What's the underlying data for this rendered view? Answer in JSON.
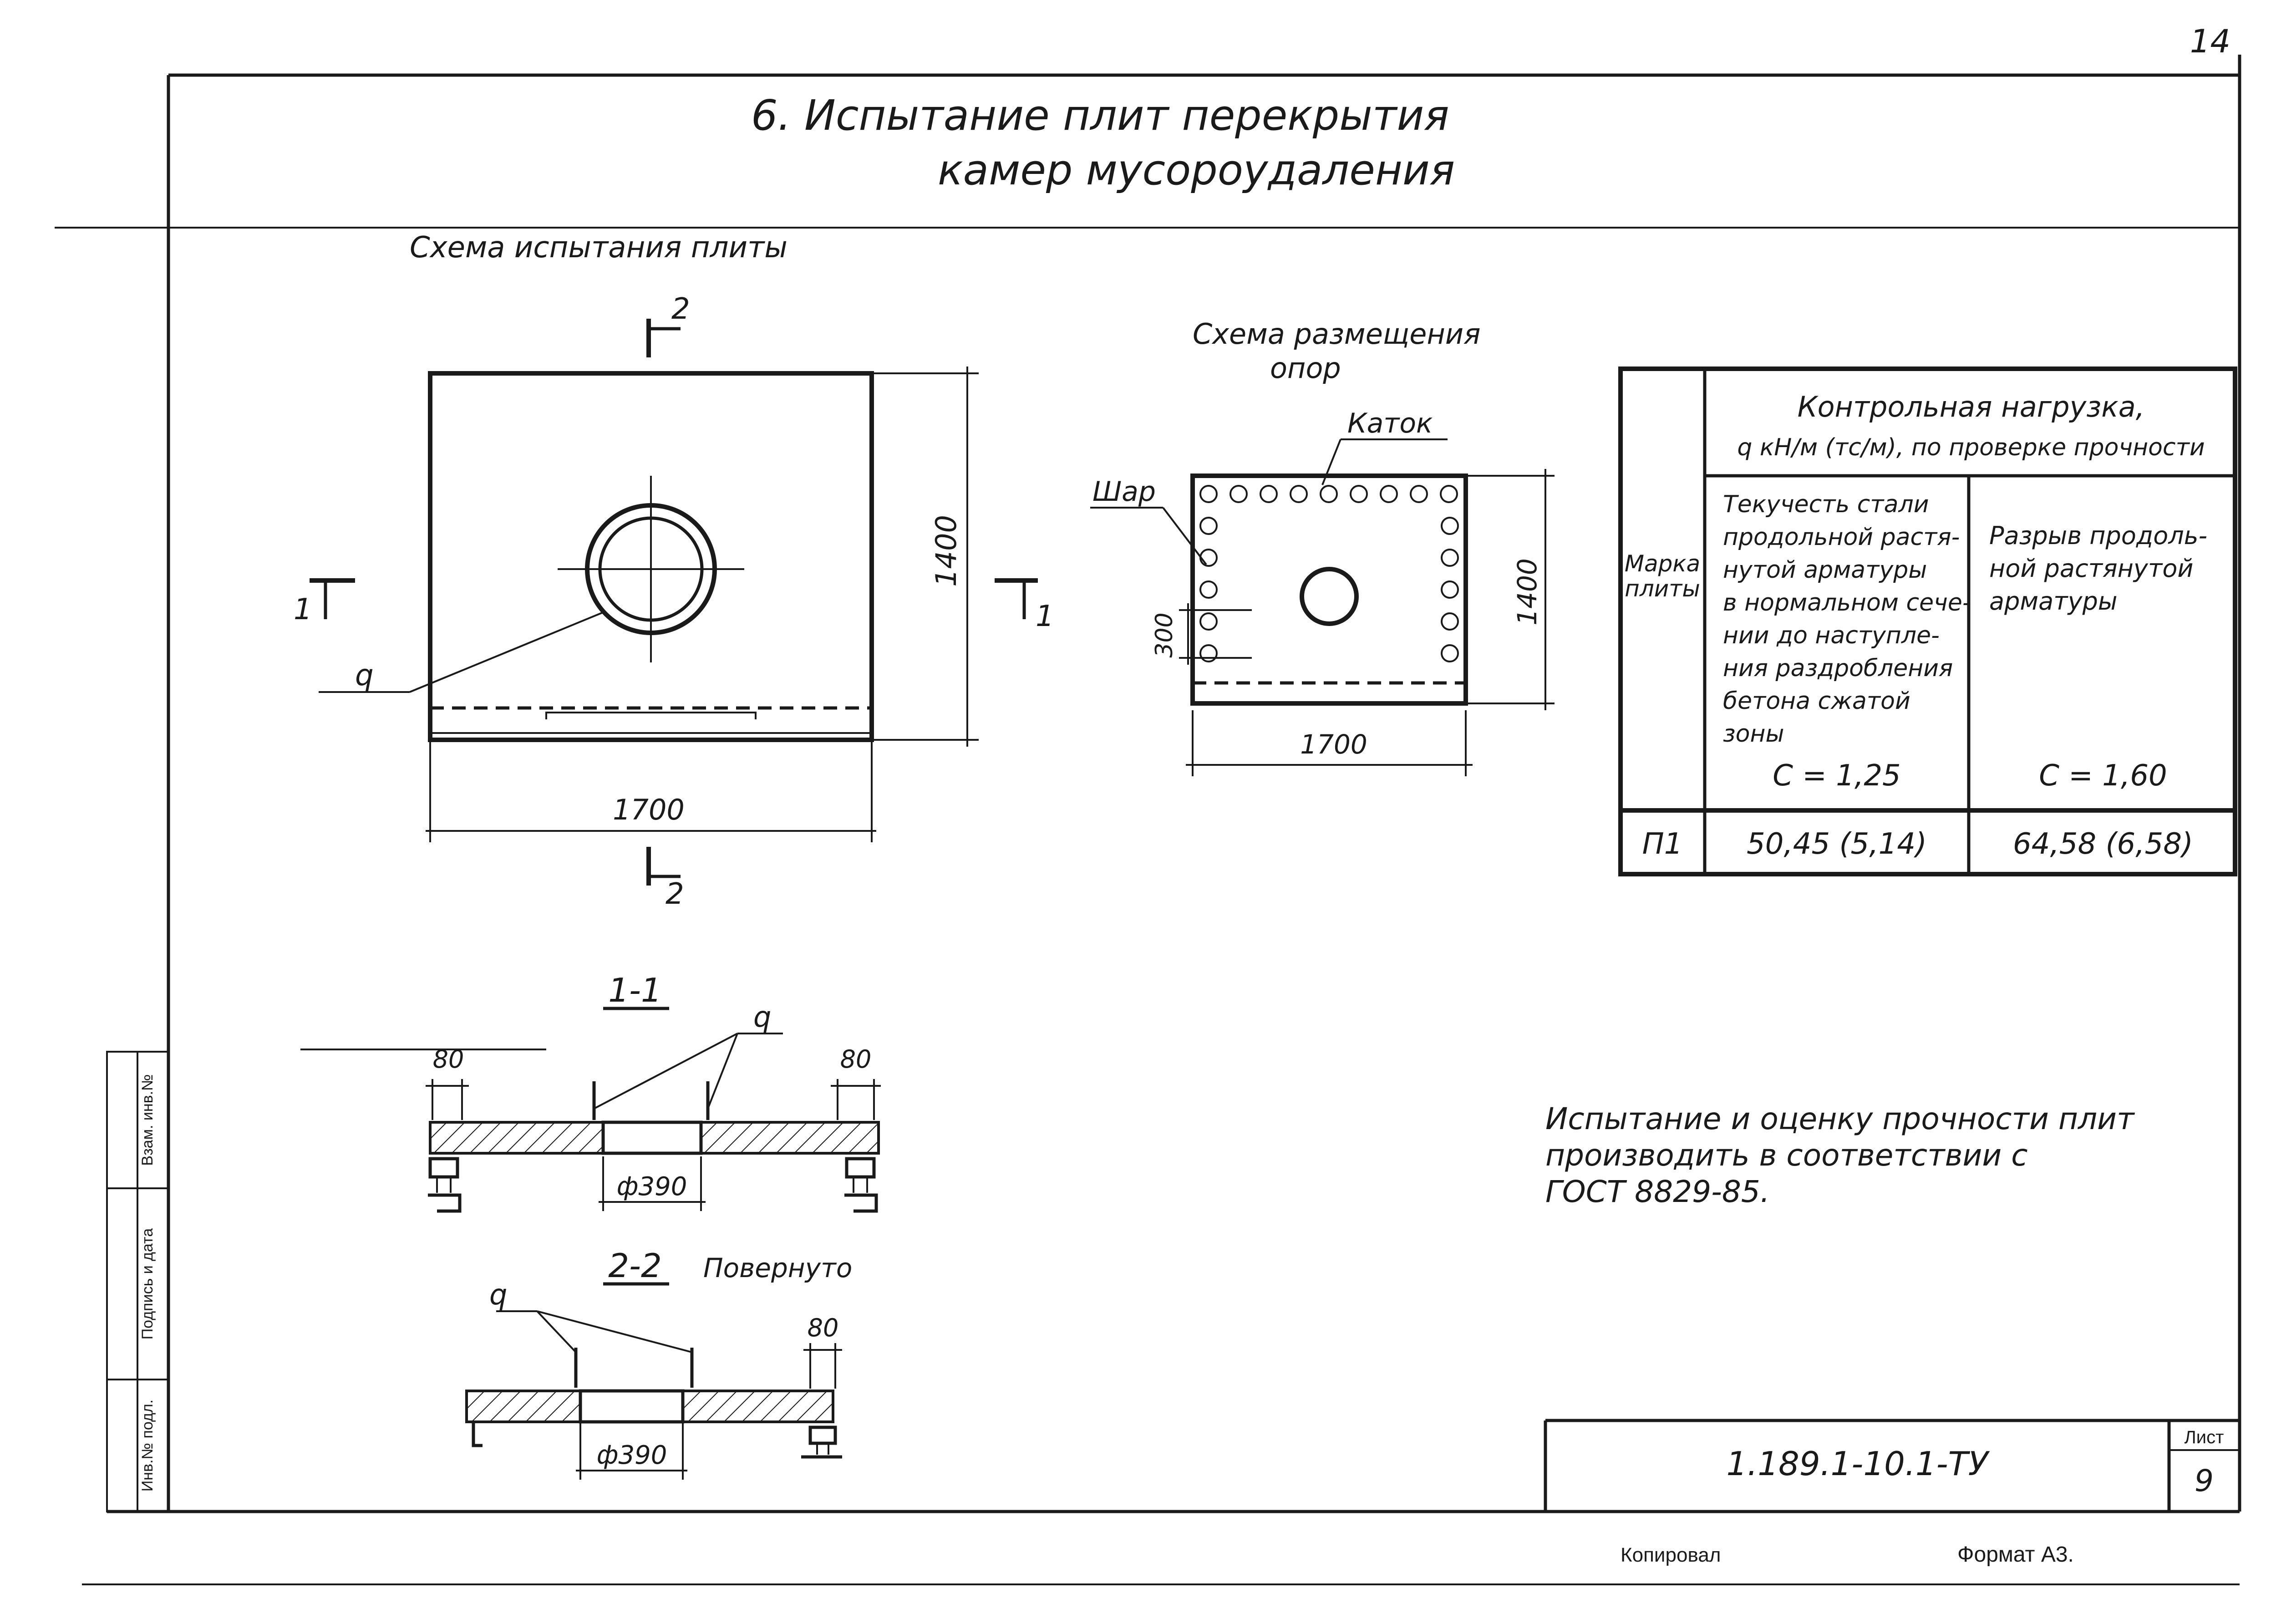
{
  "sheet": {
    "page_number": "14",
    "title_line1": "6. Испытание плит перекрытия",
    "title_line2": "камер мусороудаления",
    "left_strip": {
      "inv_no_dubl": "Инв.№ подл.",
      "sign_date": "Подпись и дата",
      "inv_no": "Взам. инв.№"
    }
  },
  "plan": {
    "caption": "Схема испытания плиты",
    "dim_width": "1700",
    "dim_height": "1400",
    "section_1_left": "1",
    "section_1_right": "1",
    "section_2_top": "2",
    "section_2_bottom": "2",
    "load_label": "q"
  },
  "supports": {
    "caption_line1": "Схема размещения",
    "caption_line2": "опор",
    "roller_label": "Каток",
    "ball_label": "Шар",
    "dim_300": "300",
    "dim_width": "1700",
    "dim_height": "1400"
  },
  "table": {
    "header_load_line1": "Контрольная нагрузка,",
    "header_load_line2": "q кН/м (тс/м), по проверке прочности",
    "col_mark": [
      "Марка",
      "плиты"
    ],
    "col1_text": [
      "Текучесть стали",
      "продольной растя-",
      "нутой арматуры",
      "в нормальном сече-",
      "нии до наступле-",
      "ния раздробления",
      "бетона сжатой",
      "зоны"
    ],
    "col1_coef": "С = 1,25",
    "col2_text": [
      "Разрыв продоль-",
      "ной растянутой",
      "арматуры"
    ],
    "col2_coef": "С = 1,60",
    "row_mark": "П1",
    "row_val1": "50,45 (5,14)",
    "row_val2": "64,58 (6,58)"
  },
  "section11": {
    "title": "1-1",
    "dim_left": "80",
    "dim_right": "80",
    "hole": "ф390",
    "load_label": "q"
  },
  "section22": {
    "title": "2-2",
    "note": "Повернуто",
    "dim_right": "80",
    "hole": "ф390",
    "load_label": "q"
  },
  "note": {
    "line1": "Испытание и оценку прочности плит",
    "line2": "производить в соответствии с",
    "line3": "ГОСТ 8829-85."
  },
  "stamp": {
    "code": "1.189.1-10.1-ТУ",
    "sheet_label": "Лист",
    "sheet_no": "9",
    "copied": "Копировал",
    "format": "Формат А3."
  }
}
